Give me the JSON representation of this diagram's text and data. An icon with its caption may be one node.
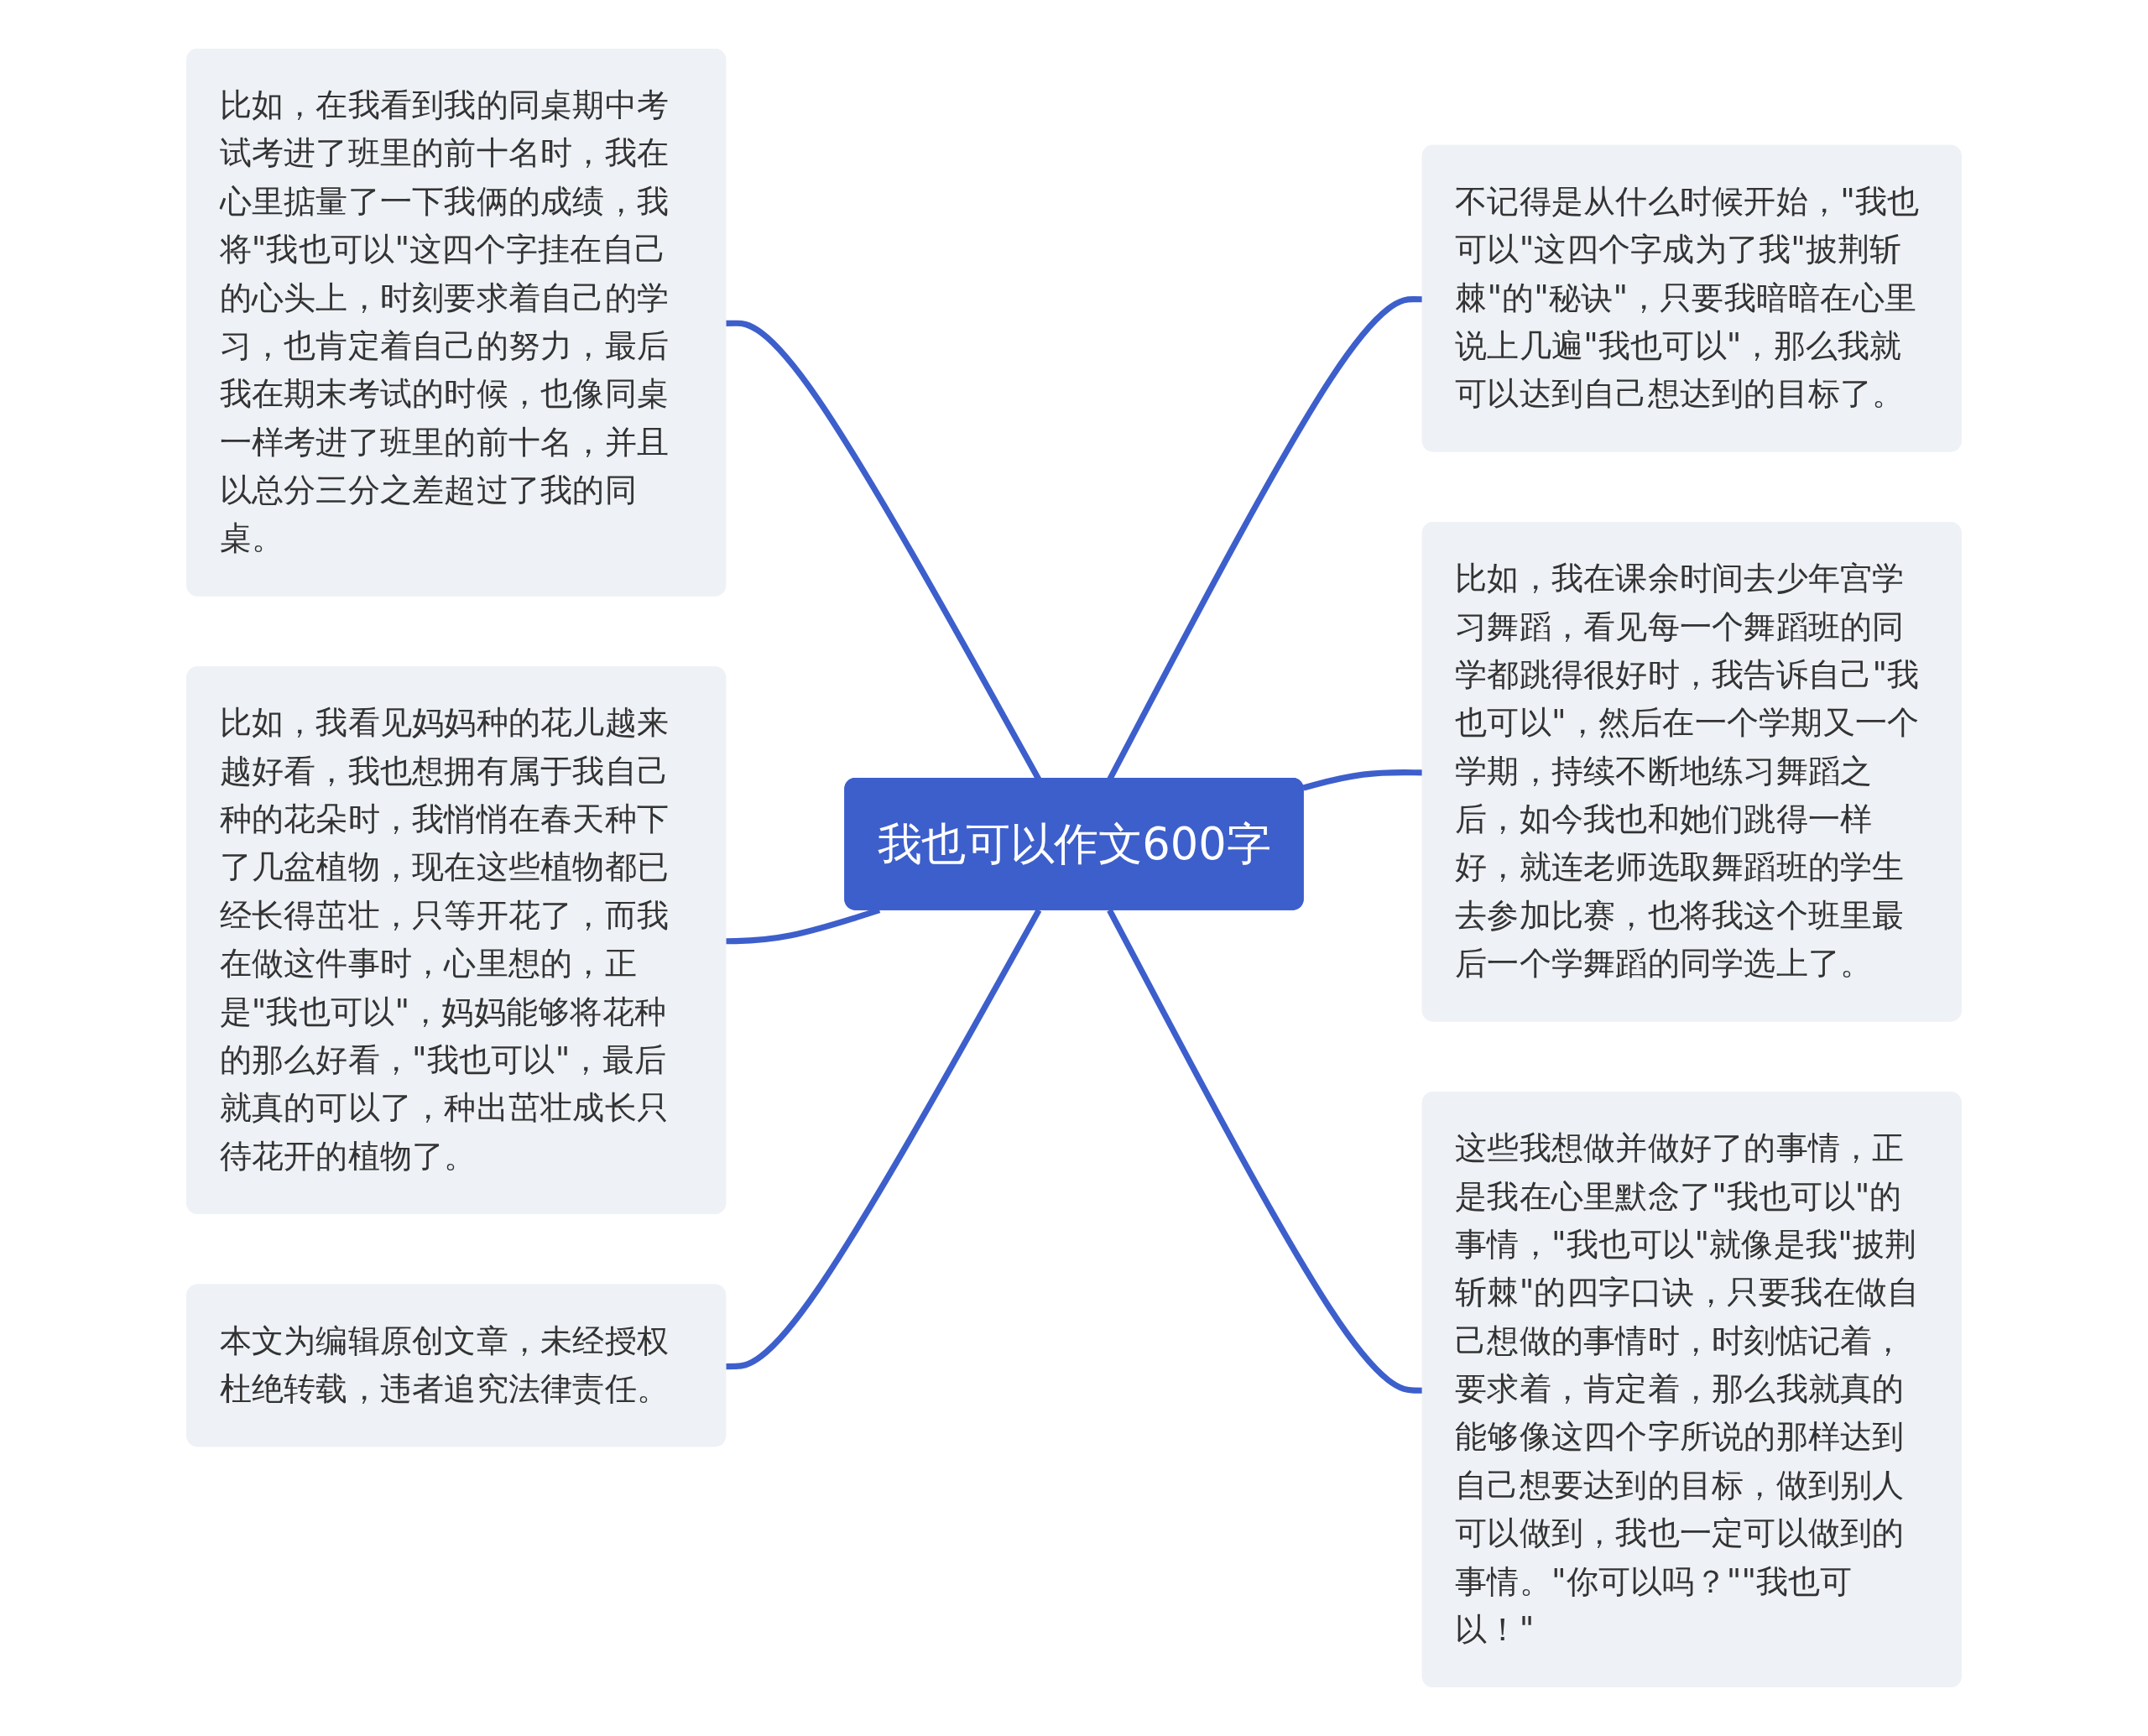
{
  "diagram": {
    "nodes": [
      {
        "text": [
          "我也可以作文600字"
        ]
      },
      {
        "text": [
          "比如，在我看到我的同桌期中考试考进了班里的前十名时，我在心里掂量了一下我俩的成绩，我将\"我也可以\"这四个字挂在自己的心头上，时刻要求着自己的学习，也肯定着自己的努力，最后我在期末考试的时候，也像同桌一样考进了班里的前十名，并且以总分三分之差超过了我的同桌。"
        ]
      },
      {
        "text": [
          "比如，我看见妈妈种的花儿越来越好看，我也想拥有属于我自己种的花朵时，我悄悄在春天种下了几盆植物，现在这些植物都已经长得茁壮，只等开花了，而我在做这件事时，心里想的，正是\"我也可以\"，妈妈能够将花种的那么好看，\"我也可以\"，最后就真的可以了，种出茁壮成长只待花开的植物了。"
        ]
      },
      {
        "text": [
          "本文为编辑原创文章，未经授权杜绝转载，违者追究法律责任。"
        ]
      },
      {
        "text": [
          "不记得是从什么时候开始，\"我也可以\"这四个字成为了我\"披荆斩棘\"的\"秘诀\"，只要我暗暗在心里说上几遍\"我也可以\"，那么我就可以达到自己想达到的目标了。"
        ]
      },
      {
        "text": [
          "比如，我在课余时间去少年宫学习舞蹈，看见每一个舞蹈班的同学都跳得很好时，我告诉自己\"我也可以\"，然后在一个学期又一个学期，持续不断地练习舞蹈之后，如今我也和她们跳得一样好，就连老师选取舞蹈班的学生去参加比赛，也将我这个班里最后一个学舞蹈的同学选上了。"
        ]
      },
      {
        "text": [
          "这些我想做并做好了的事情，正是我在心里默念了\"我也可以\"的事情，\"我也可以\"就像是我\"披荆斩棘\"的四字口诀，只要我在做自己想做的事情时，时刻惦记着，要求着，肯定着，那么我就真的能够像这四个字所说的那样达到自己想要达到的目标，做到别人可以做到，我也一定可以做到的事情。\"你可以吗？\"\"我也可以！\""
        ]
      }
    ],
    "edges": [
      {
        "from": 1,
        "to": 0,
        "arrow": "none"
      },
      {
        "from": 2,
        "to": 0,
        "arrow": "none"
      },
      {
        "from": 3,
        "to": 0,
        "arrow": "none"
      },
      {
        "from": 0,
        "to": 4,
        "arrow": "none"
      },
      {
        "from": 0,
        "to": 5,
        "arrow": "none"
      },
      {
        "from": 0,
        "to": 6,
        "arrow": "none"
      }
    ]
  }
}
